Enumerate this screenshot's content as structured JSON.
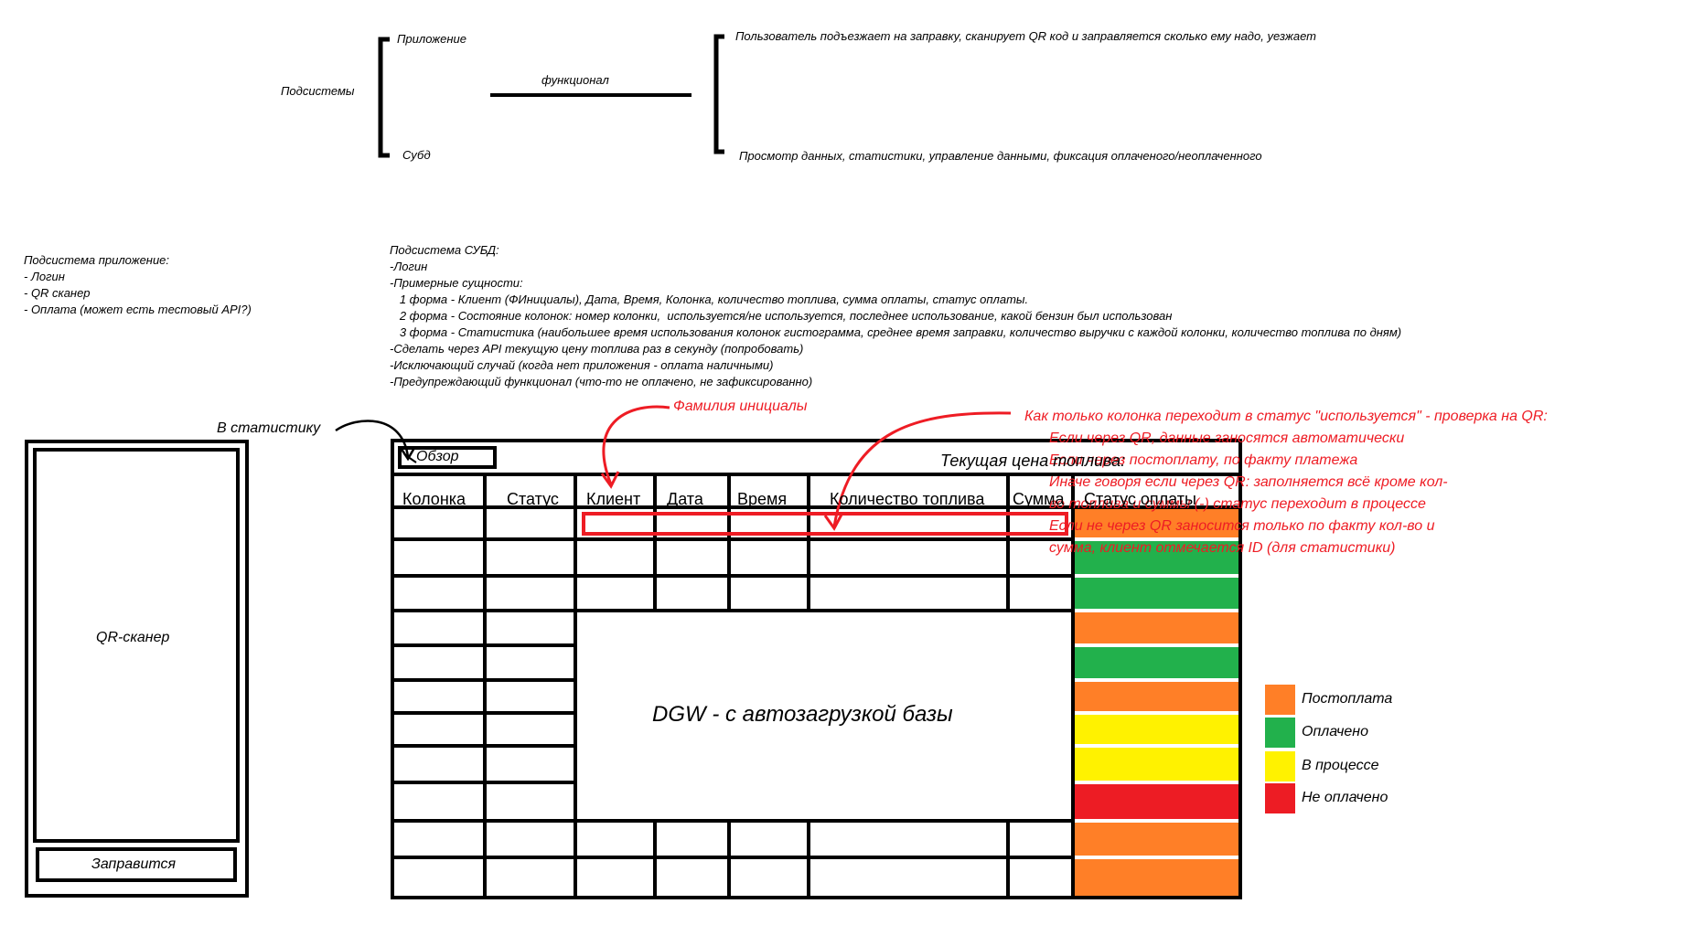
{
  "top_diagram": {
    "subsystems_label": "Подсистемы",
    "item_app": "Приложение",
    "item_dbms": "Субд",
    "function_label": "функционал",
    "desc_app": "Пользователь подъезжает на заправку, сканирует QR код и заправляется сколько ему надо, уезжает",
    "desc_dbms": "Просмотр данных, статистики, управление данными, фиксация оплаченого/неоплаченного"
  },
  "app_notes": [
    "Подсистема приложение:",
    "- Логин",
    "- QR сканер",
    "- Оплата (может есть тестовый API?)"
  ],
  "dbms_notes": [
    "Подсистема СУБД:",
    "-Логин",
    "-Примерные сущности:",
    "   1 форма - Клиент (ФИнициалы), Дата, Время, Колонка, количество топлива, сумма оплаты, статус оплаты.",
    "   2 форма - Состояние колонок: номер колонки,  используется/не используется, последнее использование, какой бензин был использован",
    "   3 форма - Статистика (наибольшее время использования колонок гистограмма, среднее время заправки, количество выручки с каждой колонки, количество топлива по дням)",
    "-Сделать через API текущую цену топлива раз в секунду (попробовать)",
    "-Исключающий случай (когда нет приложения - оплата наличными)",
    "-Предупреждающий функционал (что-то не оплачено, не зафиксированно)"
  ],
  "annotations": {
    "to_stats": "В статистику",
    "surname": "Фамилия инициалы",
    "qr_note": [
      "Как только колонка переходит в статус \"используется\" - проверка на QR:",
      "Если через QR, данные заносятся автоматически",
      "Если через постоплату, по факту платежа",
      "Иначе говоря если через QR: заполняется всё кроме кол-",
      "во топлива и суммы (-) статус переходит в процессе",
      "Если не через QR заносится только по факту кол-во и",
      "сумма, клиент отмечается ID (для статистики)"
    ]
  },
  "phone": {
    "scanner_label": "QR-сканер",
    "button_label": "Заправится"
  },
  "table": {
    "overview_button": "Обзор",
    "fuel_price_label": "Текущая цена топлива:",
    "headers": [
      "Колонка",
      "Статус",
      "Клиент",
      "Дата",
      "Время",
      "Количество топлива",
      "Сумма",
      "Статус оплаты"
    ],
    "dgw_label": "DGW - с автозагрузкой базы",
    "status_colors": [
      "#ff7f27",
      "#22b14c",
      "#22b14c",
      "#ff7f27",
      "#22b14c",
      "#ff7f27",
      "#fff200",
      "#fff200",
      "#ed1c24",
      "#ff7f27",
      "#ff7f27"
    ]
  },
  "legend": [
    {
      "label": "Постоплата",
      "color": "#ff7f27"
    },
    {
      "label": "Оплачено",
      "color": "#22b14c"
    },
    {
      "label": "В процессе",
      "color": "#fff200"
    },
    {
      "label": "Не оплачено",
      "color": "#ed1c24"
    }
  ]
}
